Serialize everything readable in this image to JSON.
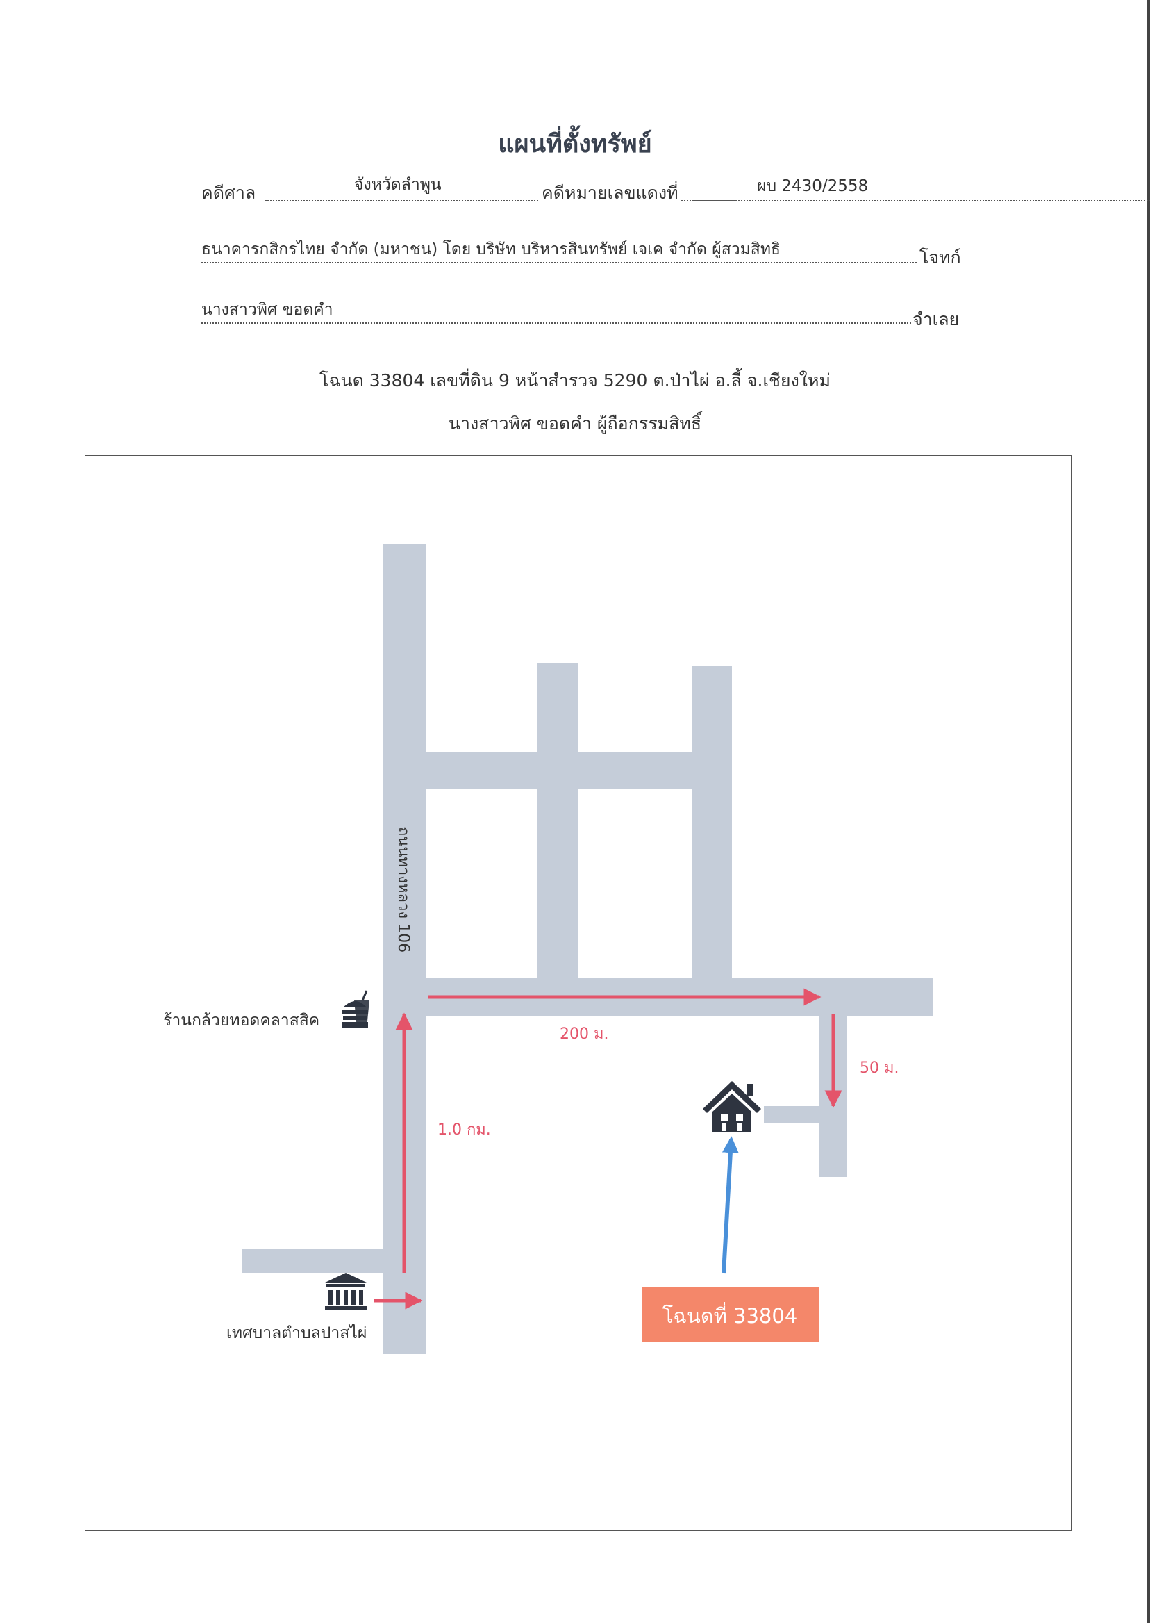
{
  "header": {
    "title": "แผนที่ตั้งทรัพย์",
    "court_label": "คดีศาล",
    "court_value": "จังหวัดลำพูน",
    "case_label": "คดีหมายเลขแดงที่",
    "case_value": "ผบ 2430/2558",
    "plaintiff_value": "ธนาคารกสิกรไทย จำกัด (มหาชน) โดย บริษัท บริหารสินทรัพย์ เจเค จำกัด ผู้สวมสิทธิ",
    "plaintiff_label": "โจทก์",
    "defendant_value": "นางสาวพิศ ขอดคำ",
    "defendant_label": "จำเลย",
    "deed_line": "โฉนด 33804 เลขที่ดิน 9 หน้าสำรวจ 5290 ต.ป่าไผ่ อ.ลี้ จ.เชียงใหม่",
    "owner_line": "นางสาวพิศ ขอดคำ ผู้ถือกรรมสิทธิ์"
  },
  "map": {
    "road_label": "ถนนทางหลวง 106",
    "shop_label": "ร้านกล้วยทอดคลาสสิค",
    "municipality_label": "เทศบาลตำบลปาสไผ่",
    "distance_1": "1.0 กม.",
    "distance_2": "200 ม.",
    "distance_3": "50 ม.",
    "deed_callout": "โฉนดที่ 33804",
    "colors": {
      "road": "#c5cdd9",
      "route_arrow": "#e4546a",
      "pointer_arrow": "#4a90d9",
      "callout_bg": "#f4876a",
      "icon": "#2e3440"
    },
    "icons": [
      "fast-food-icon",
      "government-building-icon",
      "house-icon"
    ]
  }
}
